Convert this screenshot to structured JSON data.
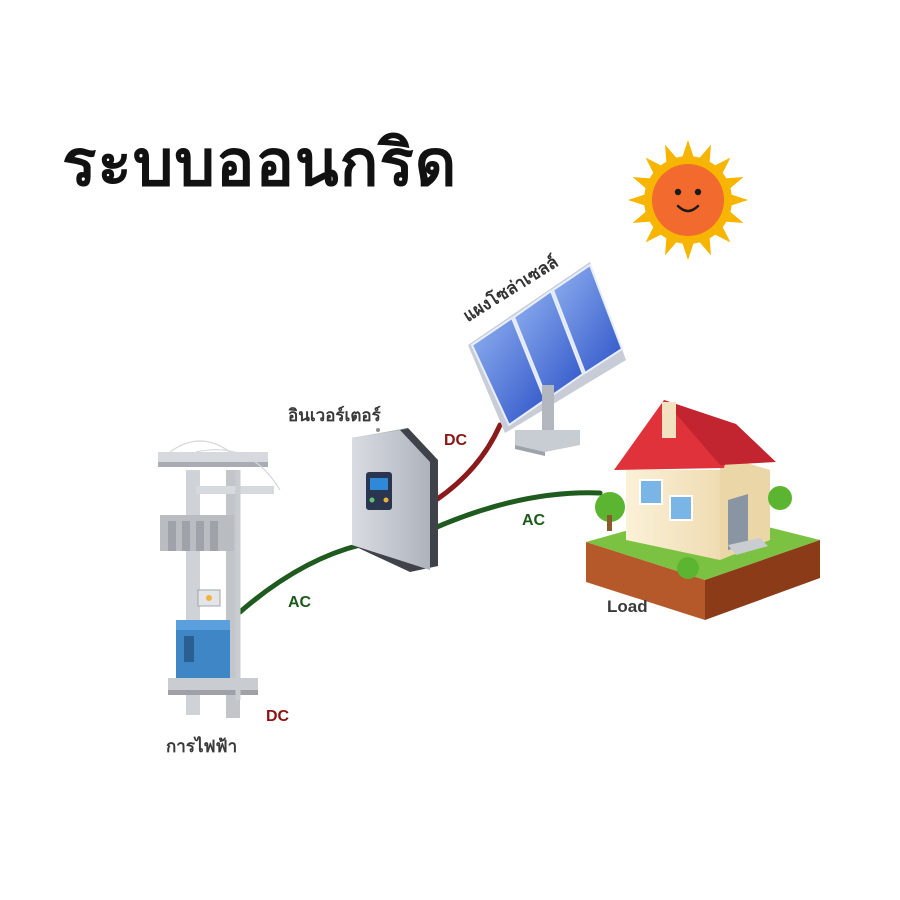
{
  "title": "ระบบออนกริด",
  "labels": {
    "solar_panel": "แผงโซล่าเซลล์",
    "inverter": "อินเวอร์เตอร์",
    "grid": "การไฟฟ้า",
    "load": "Load",
    "dc_solar": "DC",
    "dc_grid": "DC",
    "ac_grid": "AC",
    "ac_load": "AC"
  },
  "colors": {
    "dc_wire": "#8b1a1a",
    "ac_wire": "#1f5a1f",
    "sun": "#f7b500",
    "sun_face": "#f26a2e",
    "roof": "#e0323a",
    "grass": "#7cc242"
  },
  "icons": [
    "sun-icon",
    "solar-panel-icon",
    "inverter-icon",
    "utility-pole-icon",
    "house-icon"
  ]
}
